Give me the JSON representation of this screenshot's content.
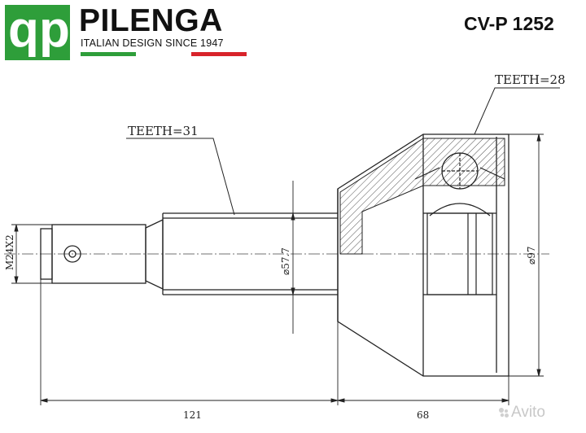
{
  "header": {
    "logo_glyph_left": "q",
    "logo_glyph_right": "p",
    "brand": "PILENGA",
    "tagline": "ITALIAN DESIGN SINCE 1947",
    "part_code": "CV-P 1252",
    "flag_colors": [
      "#2e9e3a",
      "#ffffff",
      "#d8232a"
    ],
    "logo_color": "#2e9e3a"
  },
  "drawing": {
    "teeth_shaft_label": "TEETH=31",
    "teeth_bell_label": "TEETH=28",
    "thread_label": "M24X2",
    "shaft_diameter_label": "⌀57.7",
    "bell_diameter_label": "⌀97",
    "shaft_length_label": "121",
    "bell_length_label": "68",
    "line_color": "#222222"
  },
  "watermark": {
    "text": "Avito",
    "icon": "avito-dots-icon"
  }
}
